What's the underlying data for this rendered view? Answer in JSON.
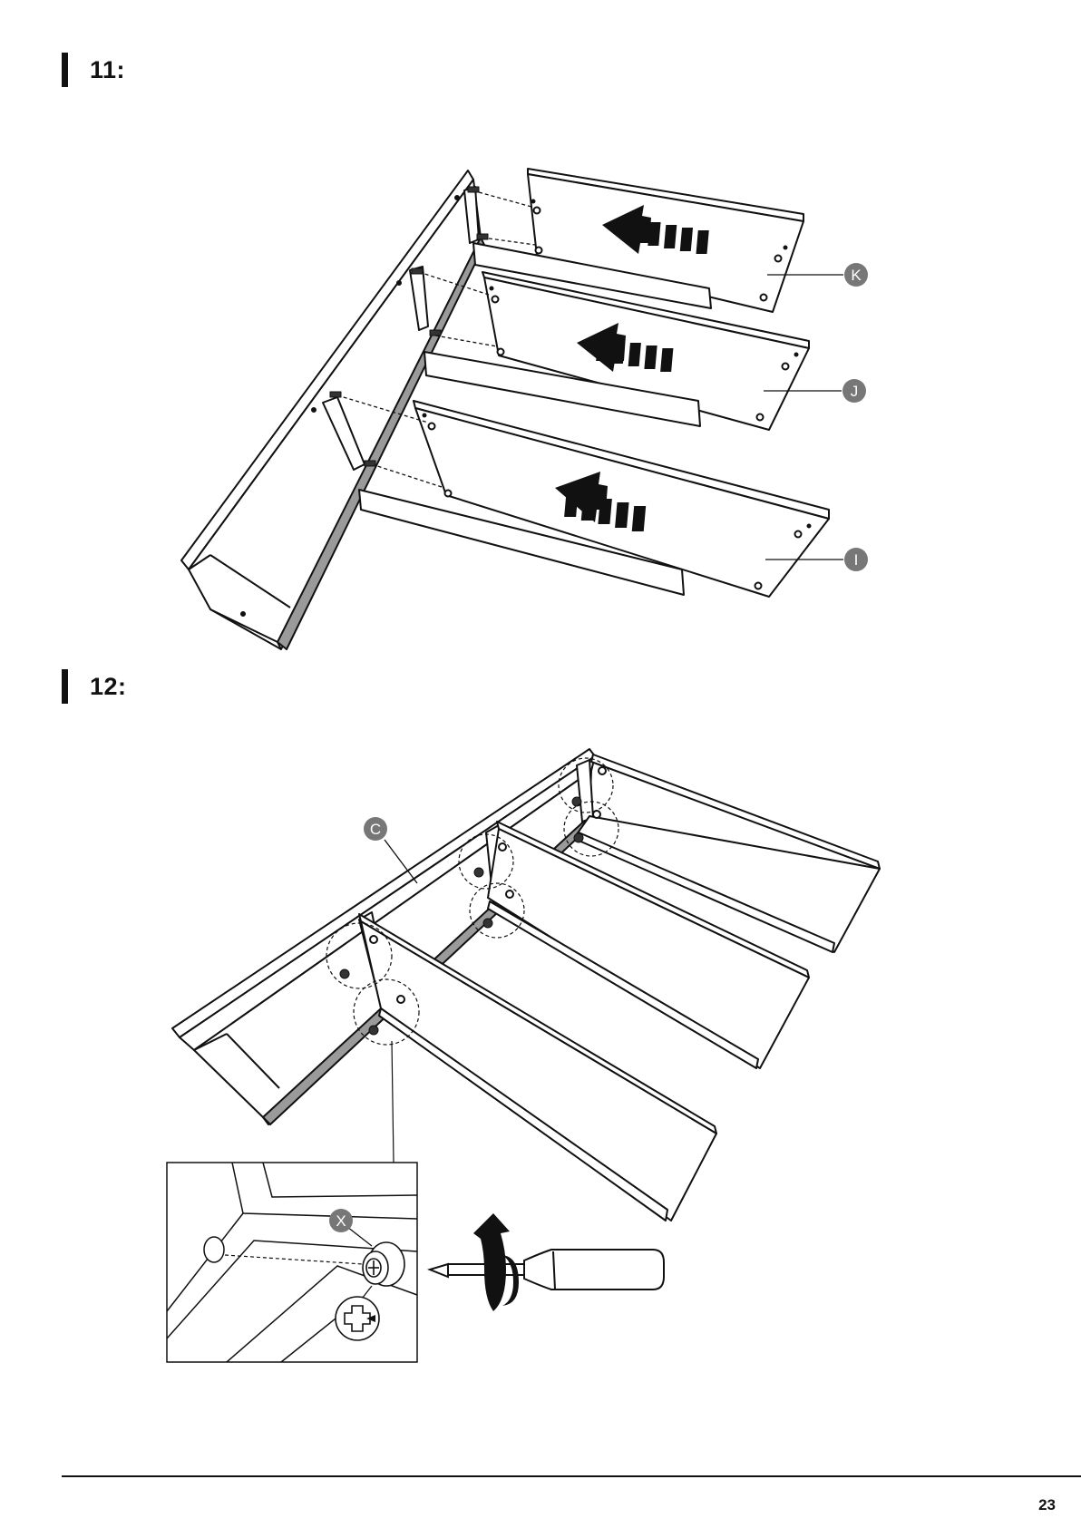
{
  "steps": [
    {
      "label": "11:",
      "parts": [
        "K",
        "J",
        "I"
      ]
    },
    {
      "label": "12:",
      "parts": [
        "C",
        "X"
      ]
    }
  ],
  "page_number": "23"
}
